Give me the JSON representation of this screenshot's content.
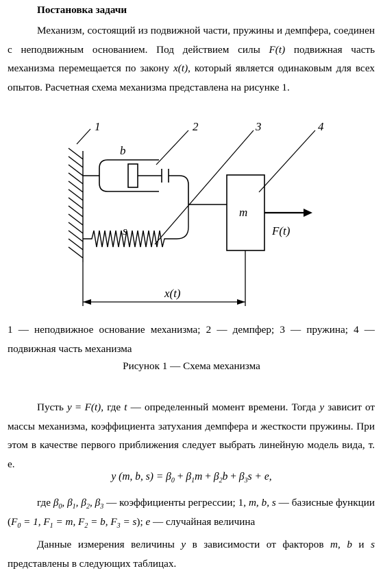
{
  "heading": "Постановка задачи",
  "intro": {
    "text_1": "Механизм, состоящий из подвижной части, пружины и демпфера, соединен с неподвижным основанием. Под действием силы ",
    "force": "F(t)",
    "text_2": " подвижная часть механизма перемещается по закону ",
    "law": "x(t)",
    "text_3": ", который является одинаковым для всех опытов. Расчетная схема механизма представлена на рисунке 1."
  },
  "figure": {
    "callouts": [
      "1",
      "2",
      "3",
      "4"
    ],
    "damper_label": "b",
    "spring_label": "s",
    "mass_label": "m",
    "force_label": "F(t)",
    "displacement_label": "x(t)"
  },
  "legend_text": "1 — неподвижное основание механизма; 2 — демпфер; 3 — пружина; 4 — подвижная часть механизма",
  "caption": "Рисунок 1 — Схема механизма",
  "para2": {
    "t1": "Пусть ",
    "y": "y",
    "t2": " = ",
    "fy": "F(t)",
    "t3": ", где ",
    "tvar": "t",
    "t4": " — определенный момент времени. Тогда ",
    "y2": "y",
    "t5": " зависит от массы механизма, коэффициента затухания демпфера и жесткости пружины. При этом в качестве первого приближения следует выбрать линейную модель вида, т. е."
  },
  "formula": {
    "lhs": "y (m, b, s) = ",
    "b0": "β",
    "plus1": " + ",
    "b1": "β",
    "m": "m",
    "plus2": " + ",
    "b2": "β",
    "b": "b",
    "plus3": " + ",
    "b3": "β",
    "s": "s",
    "tail": " + e,",
    "sub0": "0",
    "sub1": "1",
    "sub2": "2",
    "sub3": "3"
  },
  "para3": {
    "t1": "где ",
    "betas": "β",
    "t2": " — коэффициенты регрессии; 1, ",
    "bases": "m, b, s",
    "t3": " — базисные функции (",
    "funcs": "F",
    "t4": "); ",
    "e": "e",
    "t5": " — случайная величина"
  },
  "para4": {
    "t1": "Данные измерения величины ",
    "y": "y",
    "t2": " в зависимости от факторов ",
    "mbs": "m",
    "t3": ", ",
    "b": "b",
    "t4": " и ",
    "s": "s",
    "t5": " представлены в следующих таблицах."
  }
}
